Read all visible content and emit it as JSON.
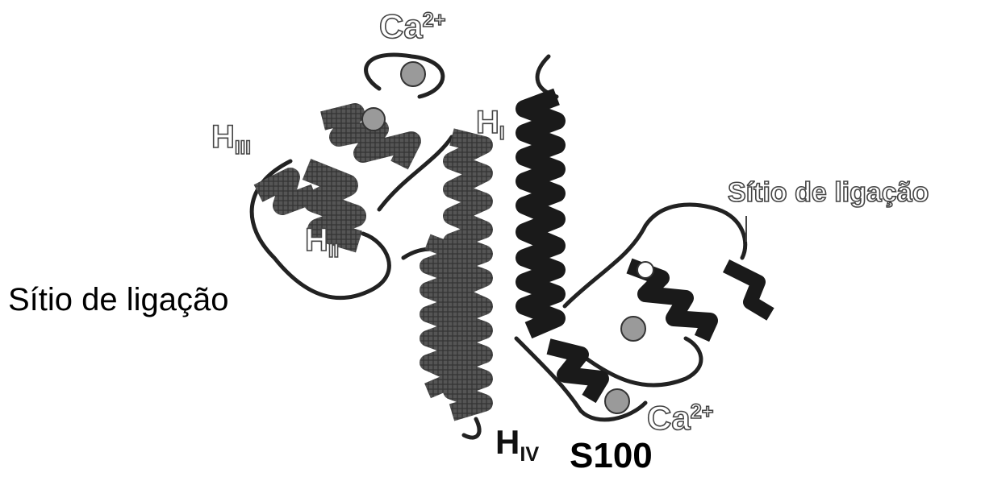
{
  "labels": {
    "ca_top": {
      "base": "Ca",
      "sup": "2+"
    },
    "h_i": {
      "base": "H",
      "sub": "I"
    },
    "h_ii": {
      "base": "H",
      "sub": "II"
    },
    "h_iii": {
      "base": "H",
      "sub": "III"
    },
    "h_iv": {
      "base": "H",
      "sub": "IV"
    },
    "binding_site_left": "Sítio de ligação",
    "binding_site_right": "Sítio de ligação",
    "ca_bottom": {
      "base": "Ca",
      "sup": "2+"
    },
    "protein_name": "S100"
  },
  "colors": {
    "helix_light": "#5a5a5a",
    "helix_dark": "#1a1a1a",
    "loop": "#222222",
    "ion": "#9a9a9a"
  }
}
